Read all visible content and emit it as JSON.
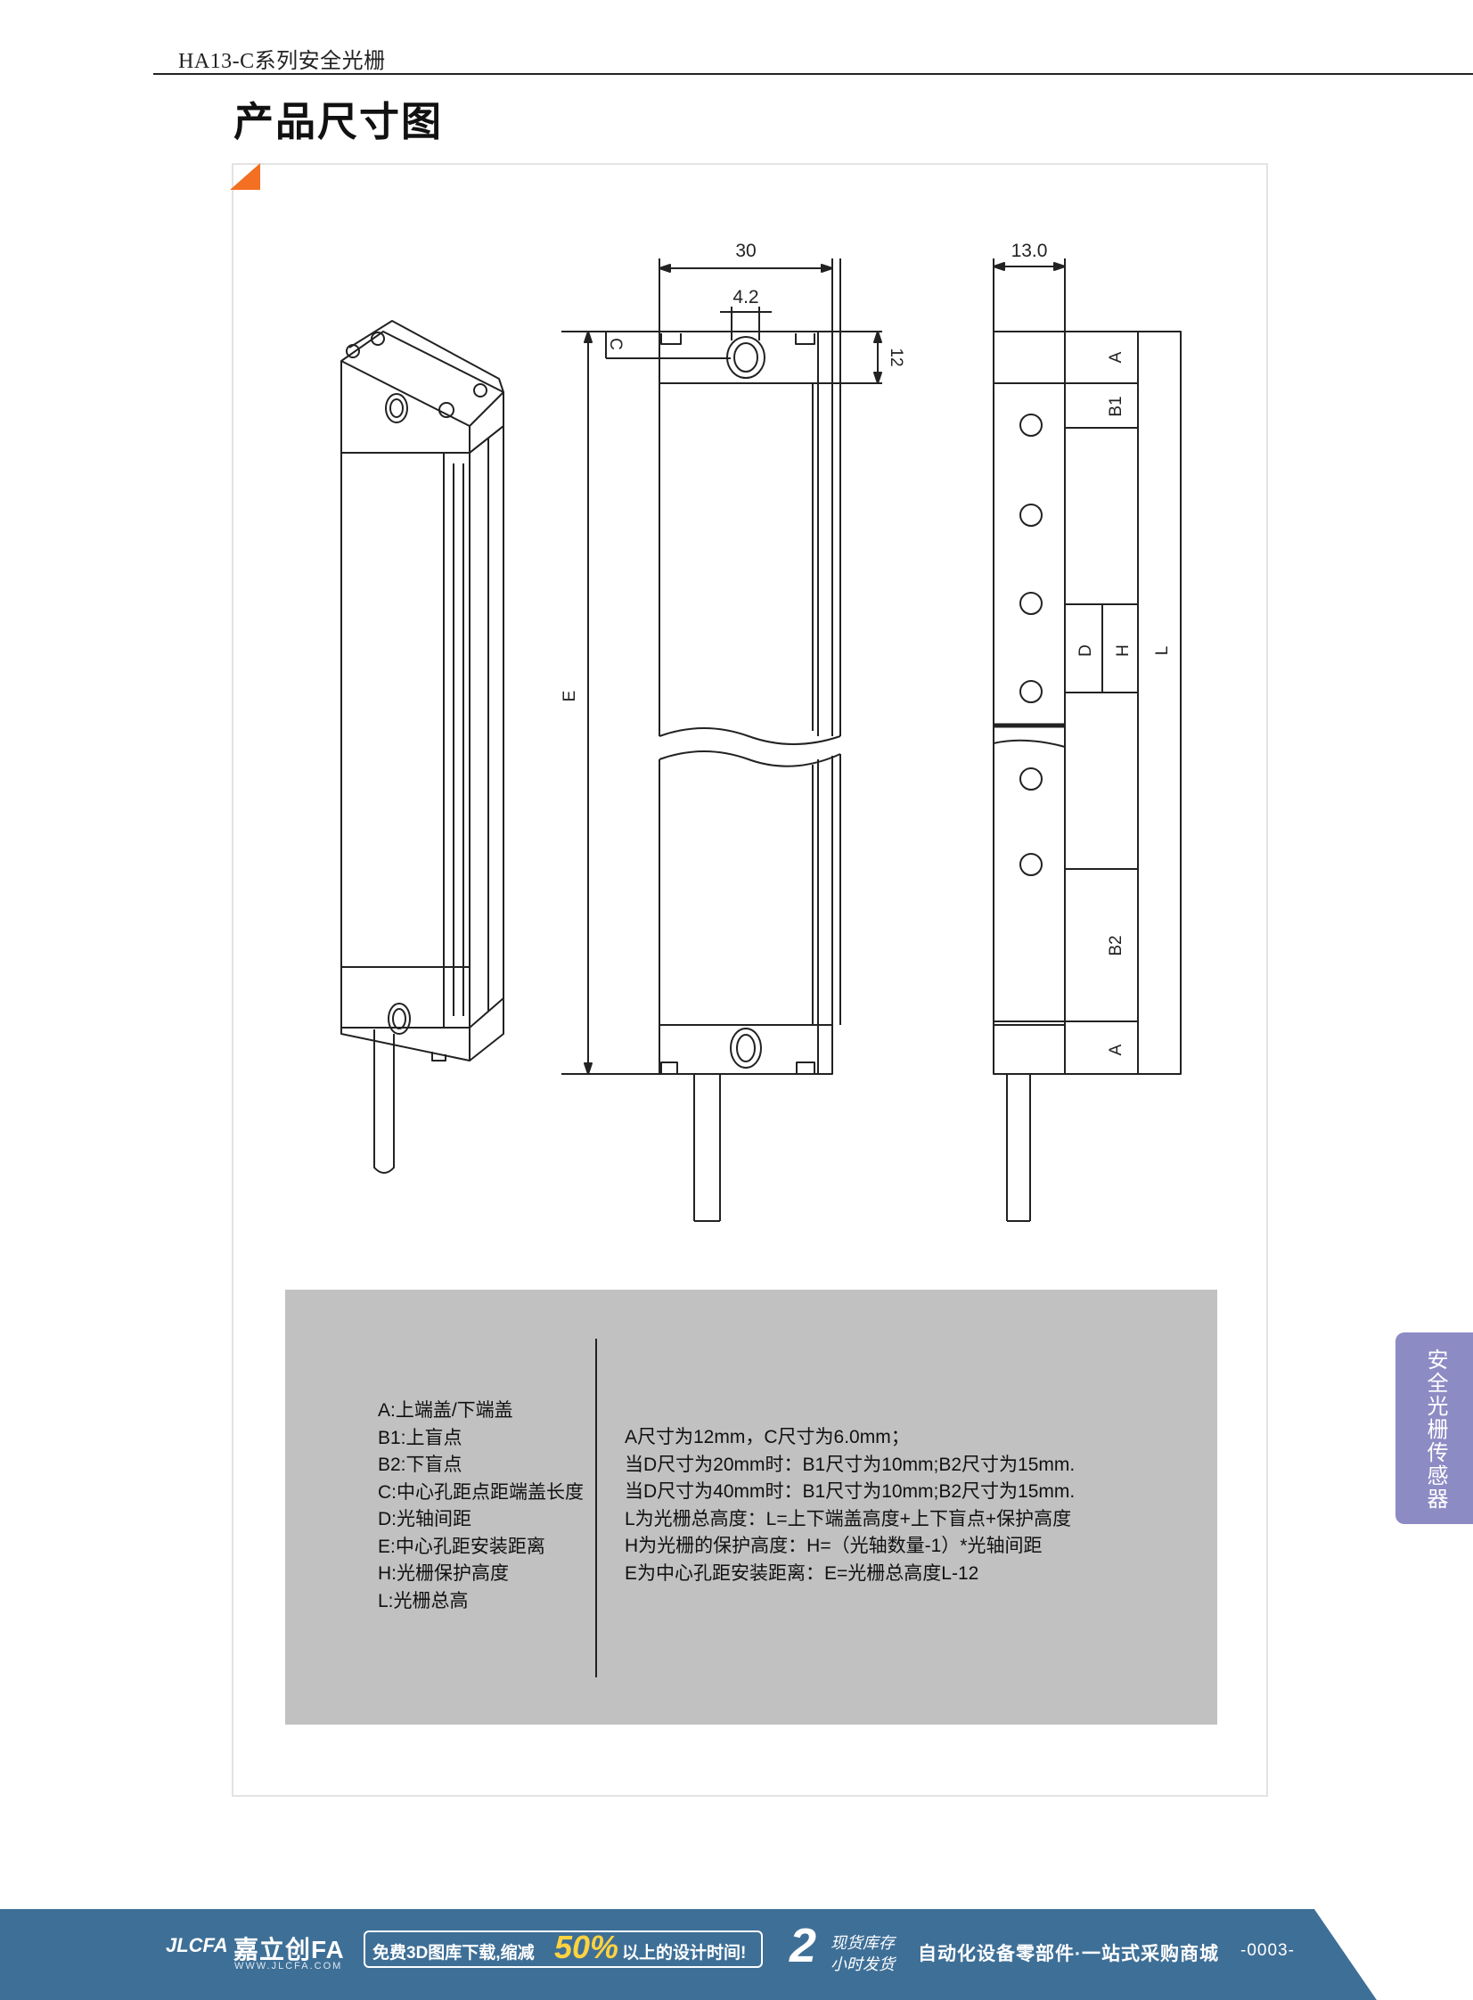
{
  "header": {
    "series_title": "HA13-C系列安全光栅",
    "page_title": "产品尺寸图"
  },
  "drawing": {
    "labels": {
      "width": "30",
      "hole_width": "4.2",
      "c": "C",
      "cap_height": "12",
      "e": "E",
      "depth": "13.0",
      "a_top": "A",
      "b1": "B1",
      "d": "D",
      "h": "H",
      "l": "L",
      "b2": "B2",
      "a_bottom": "A"
    }
  },
  "legend": {
    "definitions": [
      "A:上端盖/下端盖",
      "B1:上盲点",
      "B2:下盲点",
      "C:中心孔距点距端盖长度",
      "D:光轴间距",
      "E:中心孔距安装距离",
      "H:光栅保护高度",
      "L:光栅总高"
    ],
    "notes": [
      "A尺寸为12mm，C尺寸为6.0mm；",
      "当D尺寸为20mm时：B1尺寸为10mm;B2尺寸为15mm.",
      "当D尺寸为40mm时：B1尺寸为10mm;B2尺寸为15mm.",
      "L为光栅总高度：L=上下端盖高度+上下盲点+保护高度",
      "H为光栅的保护高度：H=（光轴数量-1）*光轴间距",
      "E为中心孔距安装距离：E=光栅总高度L-12"
    ]
  },
  "side_tab": {
    "label": "安全光栅传感器"
  },
  "footer": {
    "logo_mark": "JLCFA",
    "logo_name": "嘉立创FA",
    "logo_url": "WWW.JLCFA.COM",
    "promo_prefix": "免费3D图库下载,缩减",
    "promo_percent": "50%",
    "promo_suffix": "以上的设计时间!",
    "badge_number": "2",
    "badge_line1": "现货库存",
    "badge_line2": "小时发货",
    "slogan": "自动化设备零部件·一站式采购商城",
    "page_number": "-0003-"
  },
  "colors": {
    "accent_orange": "#f36f21",
    "legend_gray": "#c1c1c1",
    "side_tab_purple": "#8d8bc4",
    "footer_blue": "#3e6f97"
  }
}
